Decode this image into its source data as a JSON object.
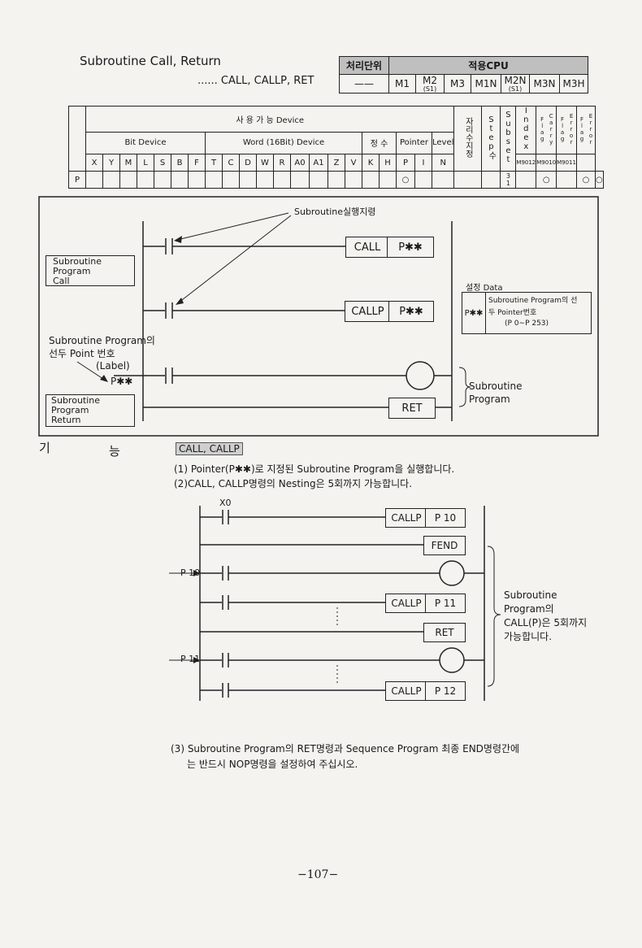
{
  "header": {
    "title": "Subroutine Call, Return",
    "subtitle": "...... CALL, CALLP, RET",
    "proc_unit_label": "처리단위",
    "cpu_label": "적용CPU",
    "proc_unit_value": "——",
    "cpus": [
      "M1",
      "M2",
      "(S1)",
      "M3",
      "M1N",
      "M2N",
      "(S1)",
      "M3N",
      "M3H"
    ]
  },
  "device_table": {
    "usable_device": "사 용 가 능 Device",
    "bit_device": "Bit Device",
    "word_device": "Word (16Bit) Device",
    "constant": "정 수",
    "pointer": "Pointer",
    "level": "Level",
    "digit_spec": "자리수지정",
    "step_count": "Step수",
    "subset": "Subset",
    "index": "Index",
    "carry_flag": "Carry Flag",
    "error_flag": "Error Flag",
    "cols": [
      "X",
      "Y",
      "M",
      "L",
      "S",
      "B",
      "F",
      "T",
      "C",
      "D",
      "W",
      "R",
      "A0",
      "A1",
      "Z",
      "V",
      "K",
      "H",
      "P",
      "I",
      "N"
    ],
    "m_codes": [
      "M9012",
      "M9010",
      "M9011"
    ],
    "row_label": "P",
    "circle": "○",
    "step_top": "3",
    "step_bottom": "1"
  },
  "diagram1": {
    "exec_cmd": "Subroutine실행지령",
    "call_box": "Subroutine\nProgram\nCall",
    "return_box": "Subroutine\nProgram\nReturn",
    "call": "CALL",
    "callp": "CALLP",
    "pxx": "P✱✱",
    "head_point_1": "Subroutine Program의",
    "head_point_2": "선두 Point 번호",
    "label": "(Label)",
    "label_pxx": "P✱✱",
    "ret": "RET",
    "subroutine_program": "Subroutine\nProgram",
    "setting_data": "설정 Data",
    "setting_pxx": "P✱✱",
    "setting_desc_1": "Subroutine Program의 선",
    "setting_desc_2": "두 Pointer번호",
    "setting_desc_3": "(P 0∼P 253)"
  },
  "function": {
    "label_gi": "기",
    "label_neung": "능",
    "tag": "CALL, CALLP",
    "line1": "(1) Pointer(P✱✱)로 지정된 Subroutine Program을 실행합니다.",
    "line2": "(2)CALL, CALLP명령의 Nesting은 5회까지 가능합니다.",
    "line3": "(3) Subroutine  Program의  RET명령과  Sequence  Program  최종  END명령간에",
    "line4": "는 반드시 NOP명령을 설정하여 주십시오."
  },
  "diagram2": {
    "x0": "X0",
    "callp": "CALLP",
    "p10": "P 10",
    "fend": "FEND",
    "p10_label": "P 10",
    "p11": "P 11",
    "ret": "RET",
    "p11_label": "P 11",
    "p12": "P 12",
    "note": "Subroutine\nProgram의\nCALL(P)은 5회까지\n가능합니다."
  },
  "footer": {
    "page": "−107−"
  }
}
